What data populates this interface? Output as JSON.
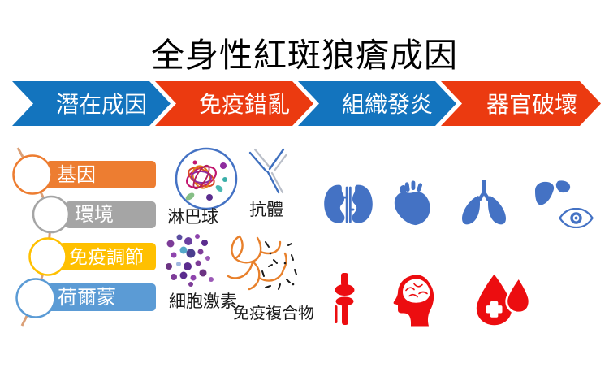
{
  "title": "全身性紅斑狼瘡成因",
  "stages": [
    {
      "label": "潛在成因",
      "color": "#1374BE"
    },
    {
      "label": "免疫錯亂",
      "color": "#EB3A10"
    },
    {
      "label": "組織發炎",
      "color": "#1374BE"
    },
    {
      "label": "器官破壞",
      "color": "#EB3A10"
    }
  ],
  "causes": [
    {
      "label": "基因",
      "color": "#ED7D31"
    },
    {
      "label": "環境",
      "color": "#A5A5A5"
    },
    {
      "label": "免疫調節",
      "color": "#FFC000"
    },
    {
      "label": "荷爾蒙",
      "color": "#5B9BD5"
    }
  ],
  "connector_color": "#DBA077",
  "immune_items": [
    {
      "label": "淋巴球",
      "icon": "lymphocyte-icon"
    },
    {
      "label": "抗體",
      "icon": "antibody-icon"
    },
    {
      "label": "細胞激素",
      "icon": "cytokines-icon"
    },
    {
      "label": "免疫複合物",
      "icon": "immune-complex-icon"
    }
  ],
  "organs": {
    "inflamed_icons": [
      "kidneys-icon",
      "heart-icon",
      "lungs-icon",
      "liver-icon",
      "eye-icon"
    ],
    "inflamed_color": "#4472C4",
    "damaged_icons": [
      "joint-icon",
      "brain-icon",
      "blood-drops-icon"
    ],
    "damaged_color": "#EC0D10"
  }
}
